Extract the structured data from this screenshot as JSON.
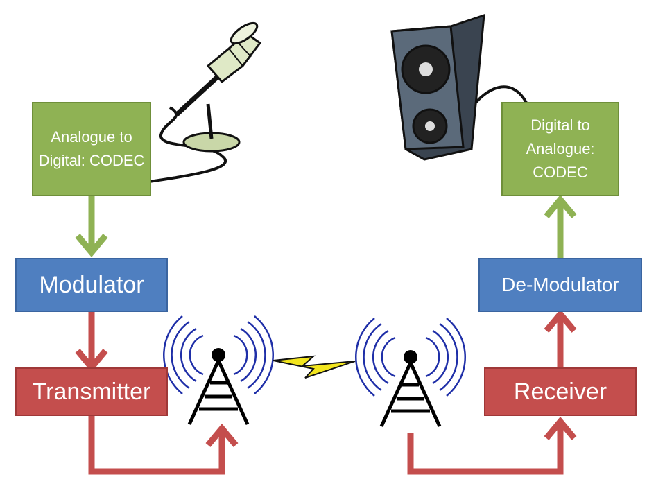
{
  "blocks": {
    "adc": "Analogue to Digital: CODEC",
    "dac": "Digital to Analogue: CODEC",
    "modulator": "Modulator",
    "demodulator": "De-Modulator",
    "transmitter": "Transmitter",
    "receiver": "Receiver"
  },
  "icons": {
    "microphone": "microphone-icon",
    "speaker": "speaker-icon",
    "antenna_tx": "radio-tower-icon",
    "antenna_rx": "radio-tower-icon",
    "link": "lightning-bolt-icon"
  },
  "colors": {
    "green": "#8fb254",
    "blue": "#4f7fc0",
    "red": "#c44e4d",
    "arrow_green": "#8fb254",
    "arrow_red": "#c44e4d",
    "waves": "#1f2fa8",
    "bolt": "#f2e51e"
  }
}
